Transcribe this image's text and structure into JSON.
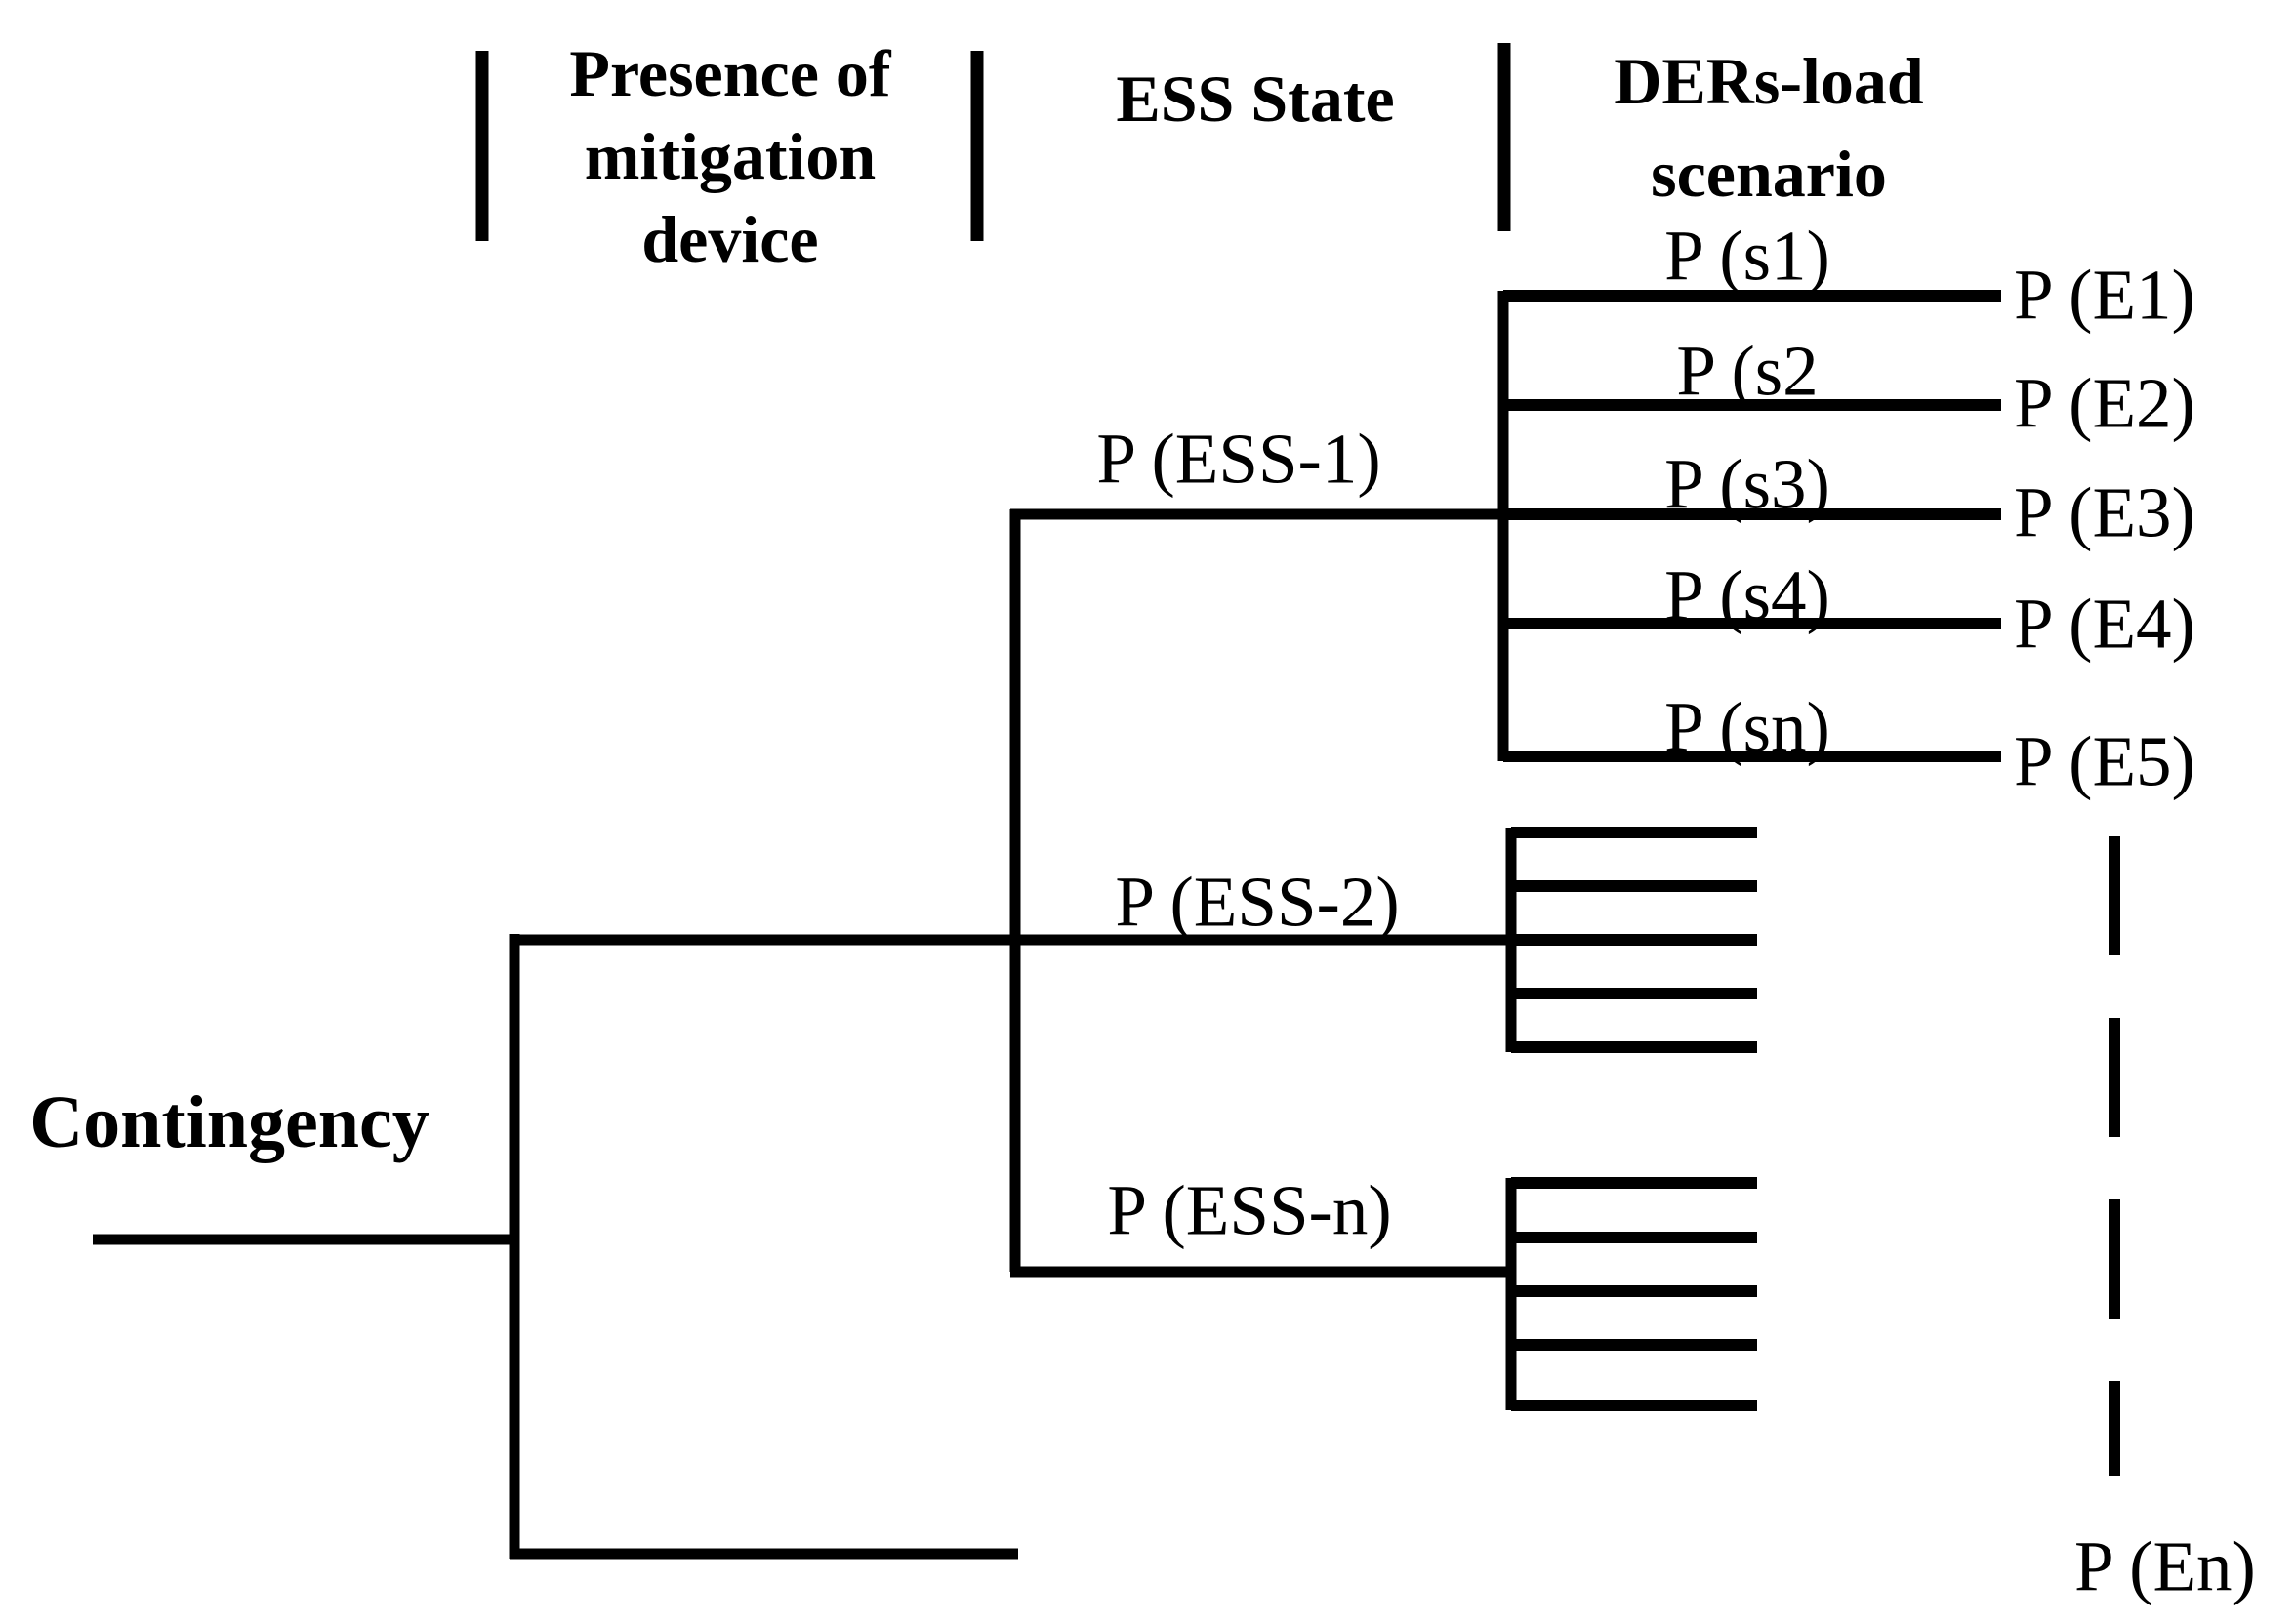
{
  "canvas": {
    "background": "#ffffff",
    "line_color": "#000000"
  },
  "headers": {
    "mitigation": {
      "line1": "Presence of",
      "line2": "mitigation",
      "line3": "device"
    },
    "ess": "ESS State",
    "ders": {
      "line1": "DERs-load",
      "line2": "scenario"
    }
  },
  "root_label": "Contingency",
  "ess_branches": {
    "ess1": "P (ESS-1)",
    "ess2": "P (ESS-2)",
    "essn": "P (ESS-n)"
  },
  "scenario_labels": {
    "s1": "P (s1)",
    "s2": "P (s2",
    "s3": "P (s3)",
    "s4": "P (s4)",
    "sn": "P (sn)"
  },
  "endpoint_labels": {
    "e1": "P (E1)",
    "e2": "P (E2)",
    "e3": "P (E3)",
    "e4": "P (E4)",
    "e5": "P (E5)",
    "en": "P (En)"
  }
}
